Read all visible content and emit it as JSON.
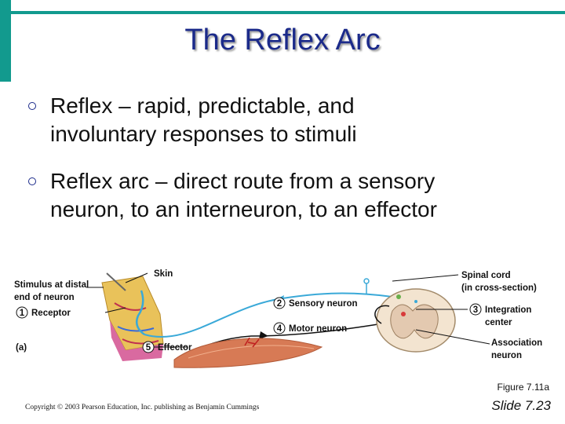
{
  "slide": {
    "title": "The Reflex Arc",
    "bullets": [
      {
        "line1": "Reflex – rapid, predictable, and",
        "line2": "involuntary responses to stimuli"
      },
      {
        "line1": "Reflex arc – direct route from a sensory",
        "line2": "neuron, to an interneuron, to an effector"
      }
    ],
    "accent_color": "#129a8e",
    "title_color": "#1b2a8a"
  },
  "diagram": {
    "labels": {
      "stimulus_line1": "Stimulus at distal",
      "stimulus_line2": "end of neuron",
      "skin": "Skin",
      "receptor": "Receptor",
      "sensory_neuron": "Sensory neuron",
      "motor_neuron": "Motor neuron",
      "effector": "Effector",
      "spinal_cord_line1": "Spinal cord",
      "spinal_cord_line2": "(in cross-section)",
      "integration_line1": "Integration",
      "integration_line2": "center",
      "association_line1": "Association",
      "association_line2": "neuron",
      "panel_label": "(a)"
    },
    "numbers": {
      "receptor": "1",
      "sensory_neuron": "2",
      "integration": "3",
      "motor_neuron": "4",
      "effector": "5"
    },
    "colors": {
      "sensory_path": "#3aa9d8",
      "motor_path": "#111111",
      "association_path": "#d83a3a",
      "muscle": "#d77a55",
      "skin_tissue": "#e9c25a"
    }
  },
  "footer": {
    "figure_ref": "Figure 7.11a",
    "copyright": "Copyright © 2003 Pearson Education, Inc. publishing as Benjamin Cummings",
    "slide_number": "Slide 7.23"
  }
}
